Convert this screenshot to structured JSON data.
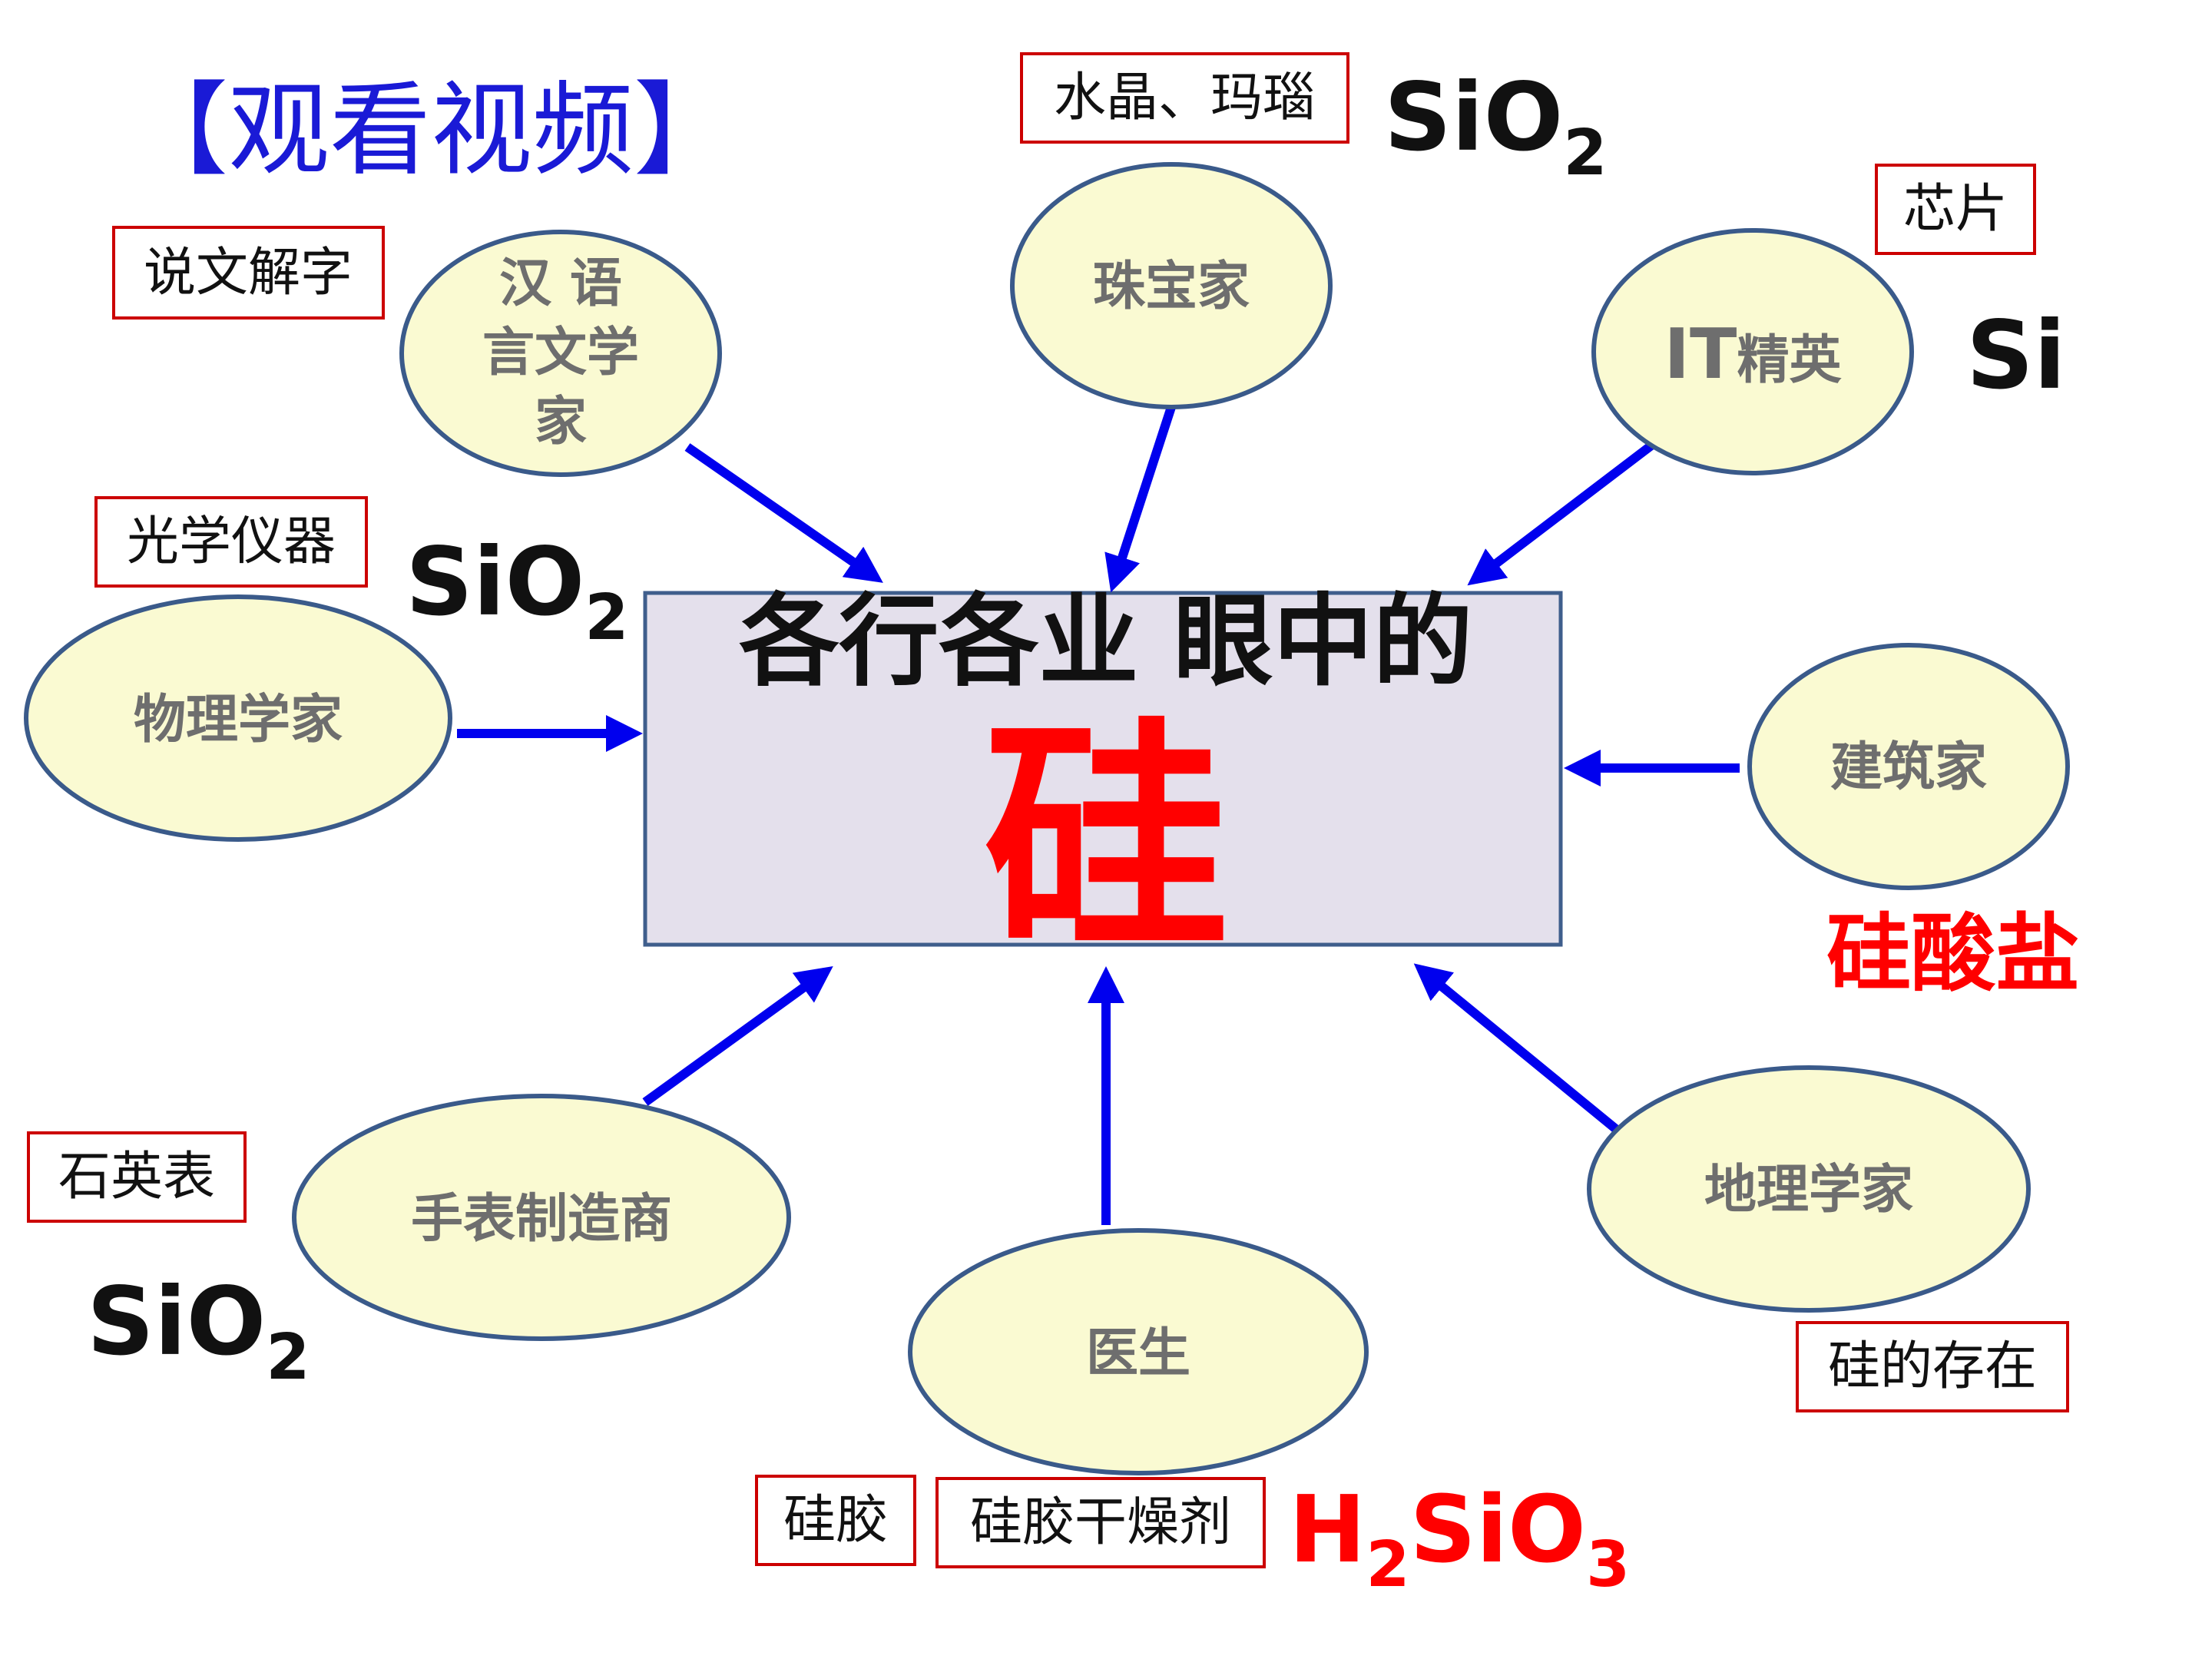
{
  "watch_label": "【观看视频】",
  "center": {
    "title": "各行各业 眼中的",
    "main": "硅"
  },
  "nodes": {
    "linguist_line1": "汉 语",
    "linguist_line2": "言文学",
    "linguist_line3": "家",
    "jeweler": "珠宝家",
    "it_prefix": "IT",
    "it_suffix": "精英",
    "physicist": "物理学家",
    "architect": "建筑家",
    "watchmaker": "手表制造商",
    "doctor": "医生",
    "geographer": "地理学家"
  },
  "boxes": {
    "shuowen": "说文解字",
    "crystal_agate": "水晶、玛瑙",
    "chip": "芯片",
    "optical": "光学仪器",
    "quartz_watch": "石英表",
    "silica_gel": "硅胶",
    "silica_gel_desiccant": "硅胶干燥剂",
    "silicon_existence": "硅的存在"
  },
  "formulas": {
    "sio2_base": "SiO",
    "sio2_sub": "2",
    "si": "Si",
    "silicate": "硅酸盐",
    "h2sio3_H": "H",
    "h2sio3_H_sub": "2",
    "h2sio3_mid": "SiO",
    "h2sio3_O_sub": "3"
  },
  "colors": {
    "arrow": "#0000ee",
    "ellipse_fill": "#fafad2",
    "ellipse_stroke": "#3a5a8a",
    "center_fill": "#e4e0ec",
    "center_stroke": "#3f5e8c",
    "box_stroke": "#cc0000",
    "red": "#ff0000",
    "watch_blue": "#1a1ad6"
  }
}
